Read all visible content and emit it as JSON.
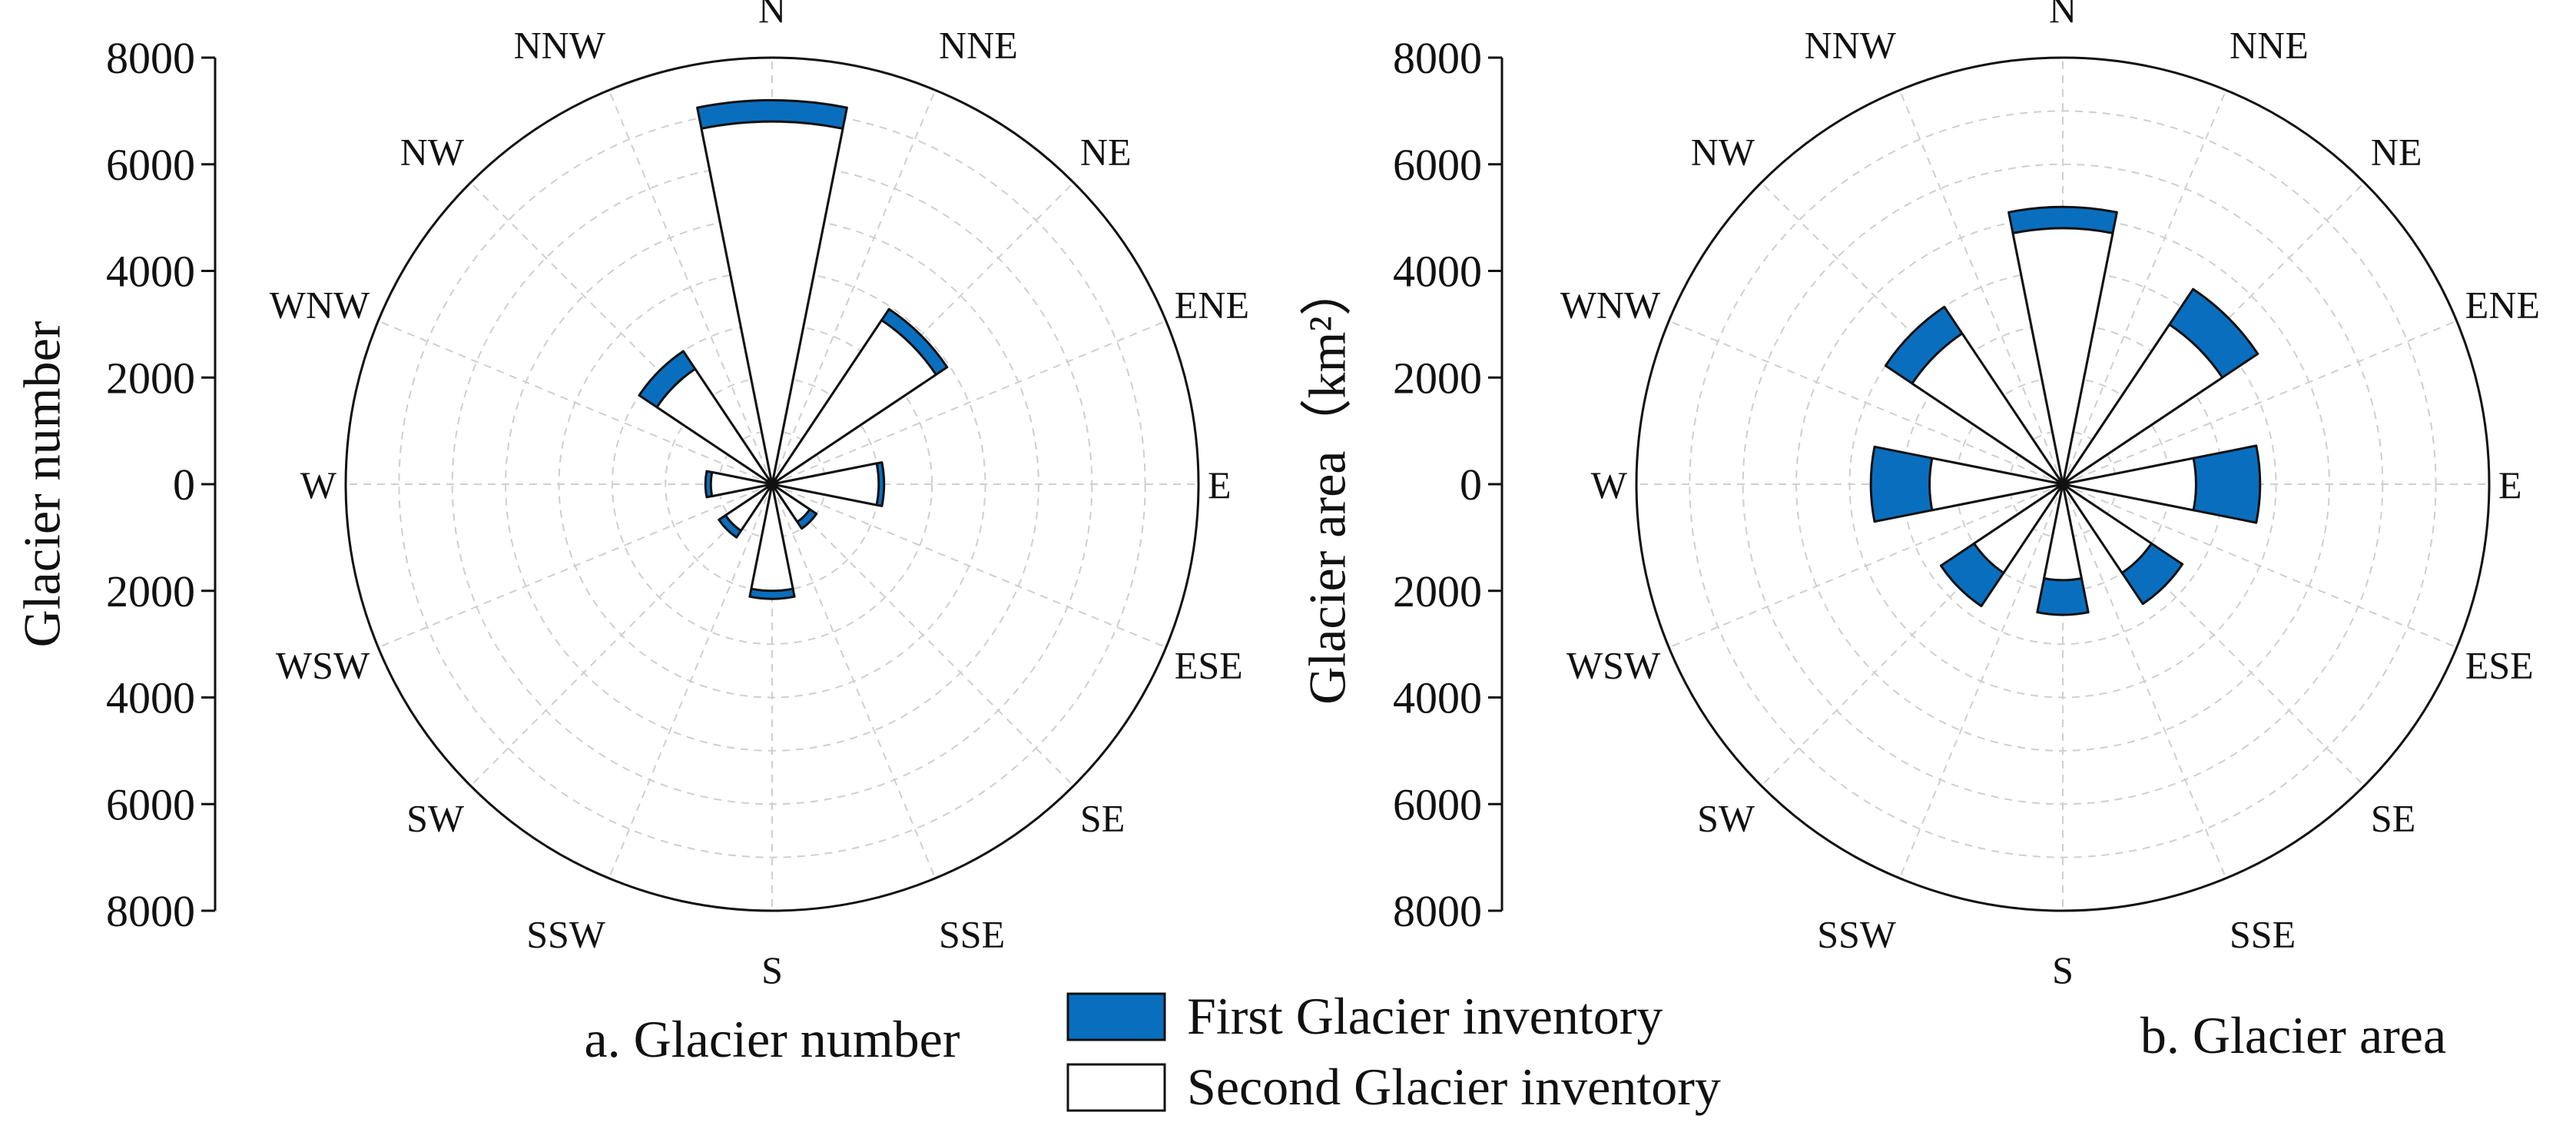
{
  "chart_data": [
    {
      "type": "polar-bar",
      "caption": "a. Glacier number",
      "ylabel": "Glacier number",
      "ylim": [
        0,
        8000
      ],
      "y_ticks": [
        "8000",
        "6000",
        "4000",
        "2000",
        "0",
        "2000",
        "4000",
        "6000",
        "8000"
      ],
      "grid": true,
      "directions": [
        "N",
        "NNE",
        "NE",
        "ENE",
        "E",
        "ESE",
        "SE",
        "SSE",
        "S",
        "SSW",
        "SW",
        "WSW",
        "W",
        "WNW",
        "NW",
        "NNW"
      ],
      "series": [
        {
          "name": "First Glacier inventory",
          "values": [
            7200,
            0,
            3950,
            0,
            2100,
            0,
            1000,
            0,
            2150,
            0,
            1200,
            0,
            1250,
            0,
            3000,
            0
          ]
        },
        {
          "name": "Second Glacier inventory",
          "values": [
            6800,
            0,
            3700,
            0,
            2000,
            0,
            850,
            0,
            2000,
            0,
            1050,
            0,
            1150,
            0,
            2600,
            0
          ]
        }
      ]
    },
    {
      "type": "polar-bar",
      "caption": "b. Glacier area",
      "ylabel": "Glacier area（km²）",
      "ylim": [
        0,
        8000
      ],
      "y_ticks": [
        "8000",
        "6000",
        "4000",
        "2000",
        "0",
        "2000",
        "4000",
        "6000",
        "8000"
      ],
      "grid": true,
      "directions": [
        "N",
        "NNE",
        "NE",
        "ENE",
        "E",
        "ESE",
        "SE",
        "SSE",
        "S",
        "SSW",
        "SW",
        "WSW",
        "W",
        "WNW",
        "NW",
        "NNW"
      ],
      "series": [
        {
          "name": "First Glacier inventory",
          "values": [
            5200,
            0,
            4400,
            0,
            3700,
            0,
            2700,
            0,
            2450,
            0,
            2750,
            0,
            3600,
            0,
            4000,
            0
          ]
        },
        {
          "name": "Second Glacier inventory",
          "values": [
            4800,
            0,
            3600,
            0,
            2500,
            0,
            2000,
            0,
            1800,
            0,
            2000,
            0,
            2500,
            0,
            3400,
            0
          ]
        }
      ]
    }
  ],
  "legend": {
    "placement": "bottom-center",
    "items": [
      {
        "label": "First Glacier inventory",
        "fill": "#0a6ebe"
      },
      {
        "label": "Second Glacier inventory",
        "fill": "#ffffff"
      }
    ]
  },
  "colors": {
    "first": "#0a6ebe",
    "second": "#ffffff",
    "outline": "#111111",
    "grid": "#cfcfcf"
  }
}
